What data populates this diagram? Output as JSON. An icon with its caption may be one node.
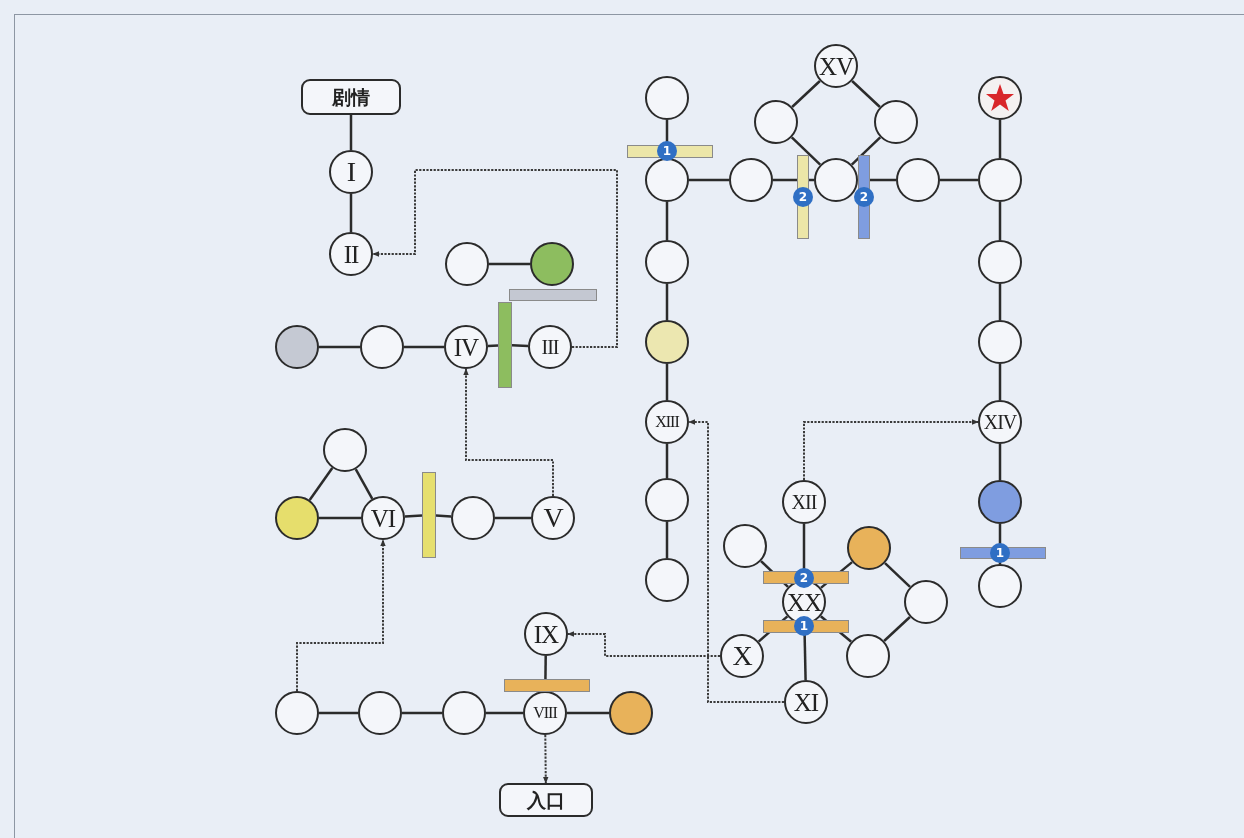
{
  "diagram": {
    "nodes": [
      {
        "text": [
          "剧情"
        ]
      },
      {
        "text": [
          "I"
        ]
      },
      {
        "text": [
          "II"
        ]
      },
      {
        "text": [],
        "shape": "circle"
      },
      {
        "text": [],
        "shape": "circle"
      },
      {
        "text": [],
        "shape": "circle"
      },
      {
        "text": [],
        "shape": "circle"
      },
      {
        "text": [
          "IV"
        ]
      },
      {
        "text": [
          "III"
        ]
      },
      {
        "text": [],
        "shape": "circle"
      },
      {
        "text": [],
        "shape": "circle"
      },
      {
        "text": [
          "VI"
        ]
      },
      {
        "text": [],
        "shape": "circle"
      },
      {
        "text": [
          "V"
        ]
      },
      {
        "text": [],
        "shape": "circle"
      },
      {
        "text": [],
        "shape": "circle"
      },
      {
        "text": [],
        "shape": "circle"
      },
      {
        "text": [
          "VIII"
        ]
      },
      {
        "text": [],
        "shape": "circle"
      },
      {
        "text": [
          "IX"
        ]
      },
      {
        "text": [
          "入口"
        ]
      },
      {
        "text": [],
        "shape": "circle"
      },
      {
        "text": [],
        "shape": "circle"
      },
      {
        "text": [],
        "shape": "circle"
      },
      {
        "text": [],
        "shape": "circle"
      },
      {
        "text": [
          "XIII"
        ]
      },
      {
        "text": [],
        "shape": "circle"
      },
      {
        "text": [],
        "shape": "circle"
      },
      {
        "text": [],
        "shape": "circle"
      },
      {
        "text": [
          "XV"
        ]
      },
      {
        "text": [],
        "shape": "circle"
      },
      {
        "text": [],
        "shape": "circle"
      },
      {
        "text": [],
        "shape": "circle"
      },
      {
        "text": [],
        "shape": "circle"
      },
      {
        "text": [],
        "shape": "circle"
      },
      {
        "text": [],
        "shape": "circle"
      },
      {
        "text": [],
        "shape": "circle"
      },
      {
        "text": [],
        "shape": "circle"
      },
      {
        "text": [
          "XIV"
        ]
      },
      {
        "text": [],
        "shape": "circle"
      },
      {
        "text": [],
        "shape": "circle"
      },
      {
        "text": [
          "XII"
        ]
      },
      {
        "text": [],
        "shape": "circle"
      },
      {
        "text": [],
        "shape": "circle"
      },
      {
        "text": [
          "XX"
        ]
      },
      {
        "text": [],
        "shape": "circle"
      },
      {
        "text": [
          "X"
        ]
      },
      {
        "text": [],
        "shape": "circle"
      },
      {
        "text": [
          "XI"
        ]
      },
      {
        "text": [],
        "shape": "bar"
      },
      {
        "text": [],
        "shape": "bar"
      }
    ],
    "edges": [
      {
        "from": 0,
        "to": 1,
        "arrow": "none"
      },
      {
        "from": 1,
        "to": 2,
        "arrow": "none"
      },
      {
        "from": 3,
        "to": 4,
        "arrow": "none"
      },
      {
        "from": 5,
        "to": 6,
        "arrow": "none"
      },
      {
        "from": 6,
        "to": 7,
        "arrow": "none"
      },
      {
        "from": 7,
        "to": 49,
        "arrow": "none"
      },
      {
        "from": 8,
        "to": 2,
        "arrow": "to",
        "style": "dashed"
      },
      {
        "from": 9,
        "to": 10,
        "arrow": "none"
      },
      {
        "from": 9,
        "to": 11,
        "arrow": "none"
      },
      {
        "from": 10,
        "to": 11,
        "arrow": "none"
      },
      {
        "from": 11,
        "to": 50,
        "arrow": "none"
      },
      {
        "from": 12,
        "to": 13,
        "arrow": "none"
      },
      {
        "from": 13,
        "to": 7,
        "arrow": "to",
        "style": "dashed"
      },
      {
        "from": 14,
        "to": 15,
        "arrow": "none"
      },
      {
        "from": 15,
        "to": 16,
        "arrow": "none"
      },
      {
        "from": 16,
        "to": 17,
        "arrow": "none"
      },
      {
        "from": 17,
        "to": 18,
        "arrow": "none"
      },
      {
        "from": 17,
        "to": 19,
        "arrow": "none"
      },
      {
        "from": 14,
        "to": 11,
        "arrow": "to",
        "style": "dashed"
      },
      {
        "from": 17,
        "to": 20,
        "arrow": "to",
        "style": "dashed"
      },
      {
        "from": 21,
        "to": 22,
        "arrow": "none"
      },
      {
        "from": 22,
        "to": 23,
        "arrow": "none"
      },
      {
        "from": 23,
        "to": 24,
        "arrow": "none"
      },
      {
        "from": 24,
        "to": 25,
        "arrow": "none"
      },
      {
        "from": 25,
        "to": 26,
        "arrow": "none"
      },
      {
        "from": 26,
        "to": 27,
        "arrow": "none"
      },
      {
        "from": 22,
        "to": 28,
        "arrow": "none"
      },
      {
        "from": 28,
        "to": 32,
        "arrow": "none"
      },
      {
        "from": 29,
        "to": 30,
        "arrow": "none"
      },
      {
        "from": 29,
        "to": 31,
        "arrow": "none"
      },
      {
        "from": 30,
        "to": 32,
        "arrow": "none"
      },
      {
        "from": 31,
        "to": 32,
        "arrow": "none"
      },
      {
        "from": 32,
        "to": 33,
        "arrow": "none"
      },
      {
        "from": 33,
        "to": 35,
        "arrow": "none"
      },
      {
        "from": 34,
        "to": 35,
        "arrow": "none"
      },
      {
        "from": 35,
        "to": 36,
        "arrow": "none"
      },
      {
        "from": 36,
        "to": 37,
        "arrow": "none"
      },
      {
        "from": 37,
        "to": 38,
        "arrow": "none"
      },
      {
        "from": 38,
        "to": 39,
        "arrow": "none"
      },
      {
        "from": 39,
        "to": 40,
        "arrow": "none"
      },
      {
        "from": 41,
        "to": 44,
        "arrow": "none"
      },
      {
        "from": 42,
        "to": 44,
        "arrow": "none"
      },
      {
        "from": 43,
        "to": 44,
        "arrow": "none"
      },
      {
        "from": 43,
        "to": 45,
        "arrow": "none"
      },
      {
        "from": 45,
        "to": 47,
        "arrow": "none"
      },
      {
        "from": 44,
        "to": 46,
        "arrow": "none"
      },
      {
        "from": 44,
        "to": 47,
        "arrow": "none"
      },
      {
        "from": 44,
        "to": 48,
        "arrow": "none"
      },
      {
        "from": 41,
        "to": 38,
        "arrow": "to",
        "style": "dashed"
      },
      {
        "from": 46,
        "to": 19,
        "arrow": "to",
        "style": "dashed"
      },
      {
        "from": 48,
        "to": 25,
        "arrow": "to",
        "style": "dashed"
      },
      {
        "from": 49,
        "to": 8,
        "arrow": "none"
      },
      {
        "from": 50,
        "to": 12,
        "arrow": "none"
      }
    ],
    "labels": [
      "1",
      "2",
      "2",
      "1",
      "2",
      "1"
    ]
  }
}
